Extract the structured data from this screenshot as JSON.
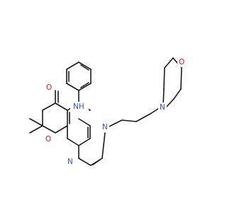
{
  "molecule": {
    "labels": {
      "imine": "NH",
      "ketone_oxygen": "O",
      "ring_oxygen": "O",
      "ring_nitrogen_3": "N",
      "ring_nitrogen_1": "N",
      "morpholine_nitrogen": "N",
      "morpholine_oxygen": "O"
    },
    "colors": {
      "bond": "#1a1a1a",
      "nitrogen": "#3050f8",
      "oxygen": "#ff0d0d"
    }
  }
}
